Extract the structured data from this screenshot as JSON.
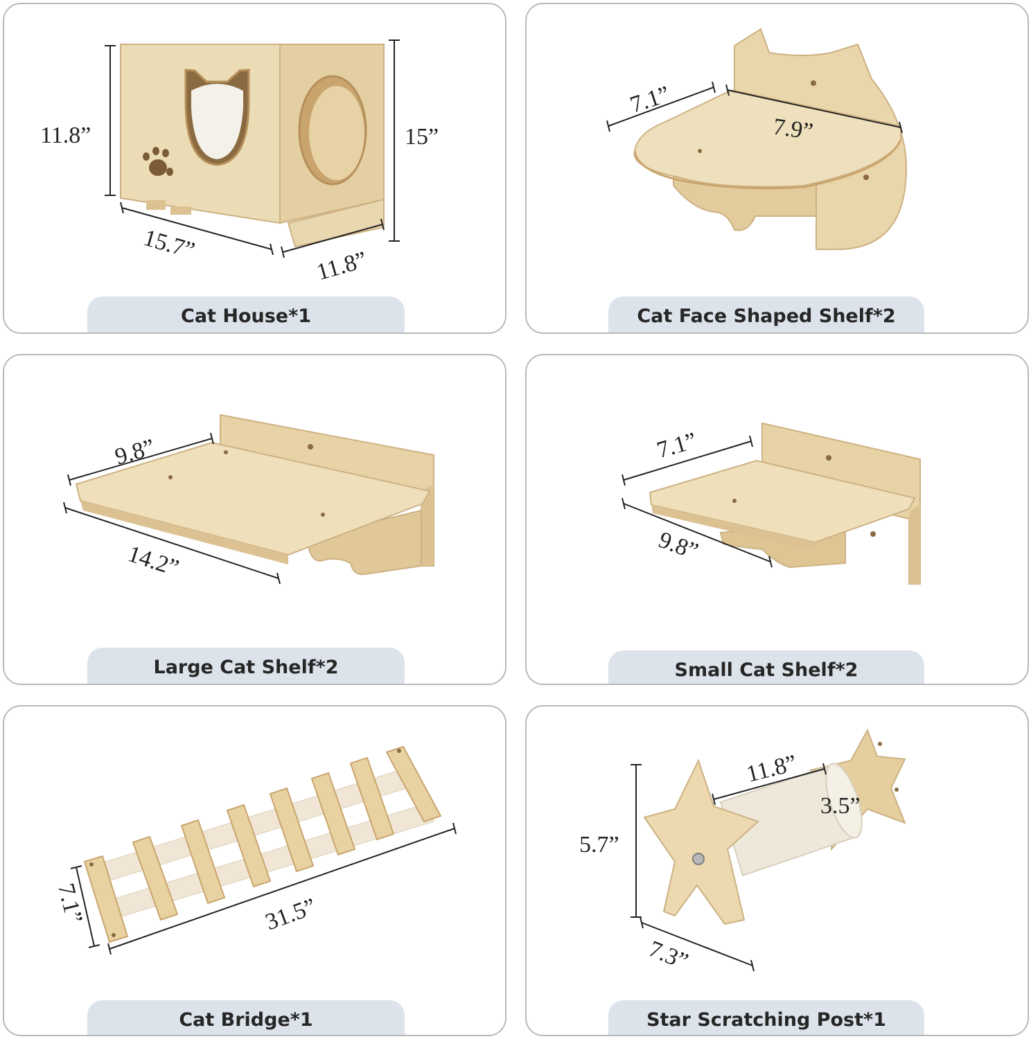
{
  "panels": [
    {
      "caption": "Cat House*1",
      "dims": {
        "height": "11.8”",
        "tall": "15”",
        "width": "15.7”",
        "depth": "11.8”"
      }
    },
    {
      "caption": "Cat Face Shaped Shelf*2",
      "dims": {
        "depth": "7.1”",
        "width": "7.9”"
      }
    },
    {
      "caption": "Large Cat Shelf*2",
      "dims": {
        "depth": "9.8”",
        "width": "14.2”"
      }
    },
    {
      "caption": "Small Cat Shelf*2",
      "dims": {
        "depth": "7.1”",
        "width": "9.8”"
      }
    },
    {
      "caption": "Cat Bridge*1",
      "dims": {
        "width": "7.1”",
        "length": "31.5”"
      }
    },
    {
      "caption": "Star Scratching Post*1",
      "dims": {
        "length": "11.8”",
        "diameter": "3.5”",
        "height": "5.7”",
        "width": "7.3”"
      }
    }
  ],
  "colors": {
    "wood": "#e9d6ad",
    "wood_dark": "#d4b985",
    "sisal": "#eee8da",
    "caption_bg": "#dde3eb",
    "border": "#b9b9b9"
  }
}
